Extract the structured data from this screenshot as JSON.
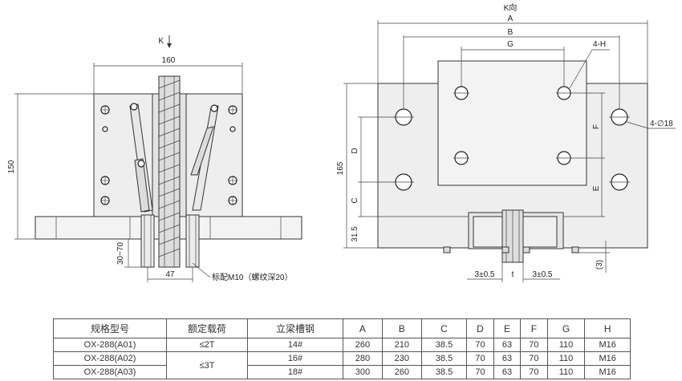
{
  "left_view": {
    "dim_width": "160",
    "dim_height": "150",
    "dim_stud": "30~70",
    "dim_gap": "47",
    "label_k": "K",
    "note": "标配M10（螺纹深20）"
  },
  "right_view": {
    "title": "K向",
    "dims": {
      "A": "A",
      "B": "B",
      "G": "G",
      "H": "4-H",
      "D": "D",
      "C": "C",
      "F": "F",
      "E": "E",
      "h165": "165",
      "h31": "31.5",
      "hole18": "4-∅18",
      "tol_left": "3±0.5",
      "tol_right": "3±0.5",
      "t": "t",
      "gap3": "(3)"
    }
  },
  "table": {
    "headers": [
      "规格型号",
      "额定载荷",
      "立梁槽钢",
      "A",
      "B",
      "C",
      "D",
      "E",
      "F",
      "G",
      "H"
    ],
    "rows": [
      [
        "OX-288(A01)",
        "≤2T",
        "14#",
        "260",
        "210",
        "38.5",
        "70",
        "63",
        "70",
        "110",
        "M16"
      ],
      [
        "OX-288(A02)",
        "≤3T",
        "16#",
        "280",
        "230",
        "38.5",
        "70",
        "63",
        "70",
        "110",
        "M16"
      ],
      [
        "OX-288(A03)",
        "",
        "18#",
        "300",
        "260",
        "38.5",
        "70",
        "63",
        "70",
        "110",
        "M16"
      ]
    ]
  }
}
